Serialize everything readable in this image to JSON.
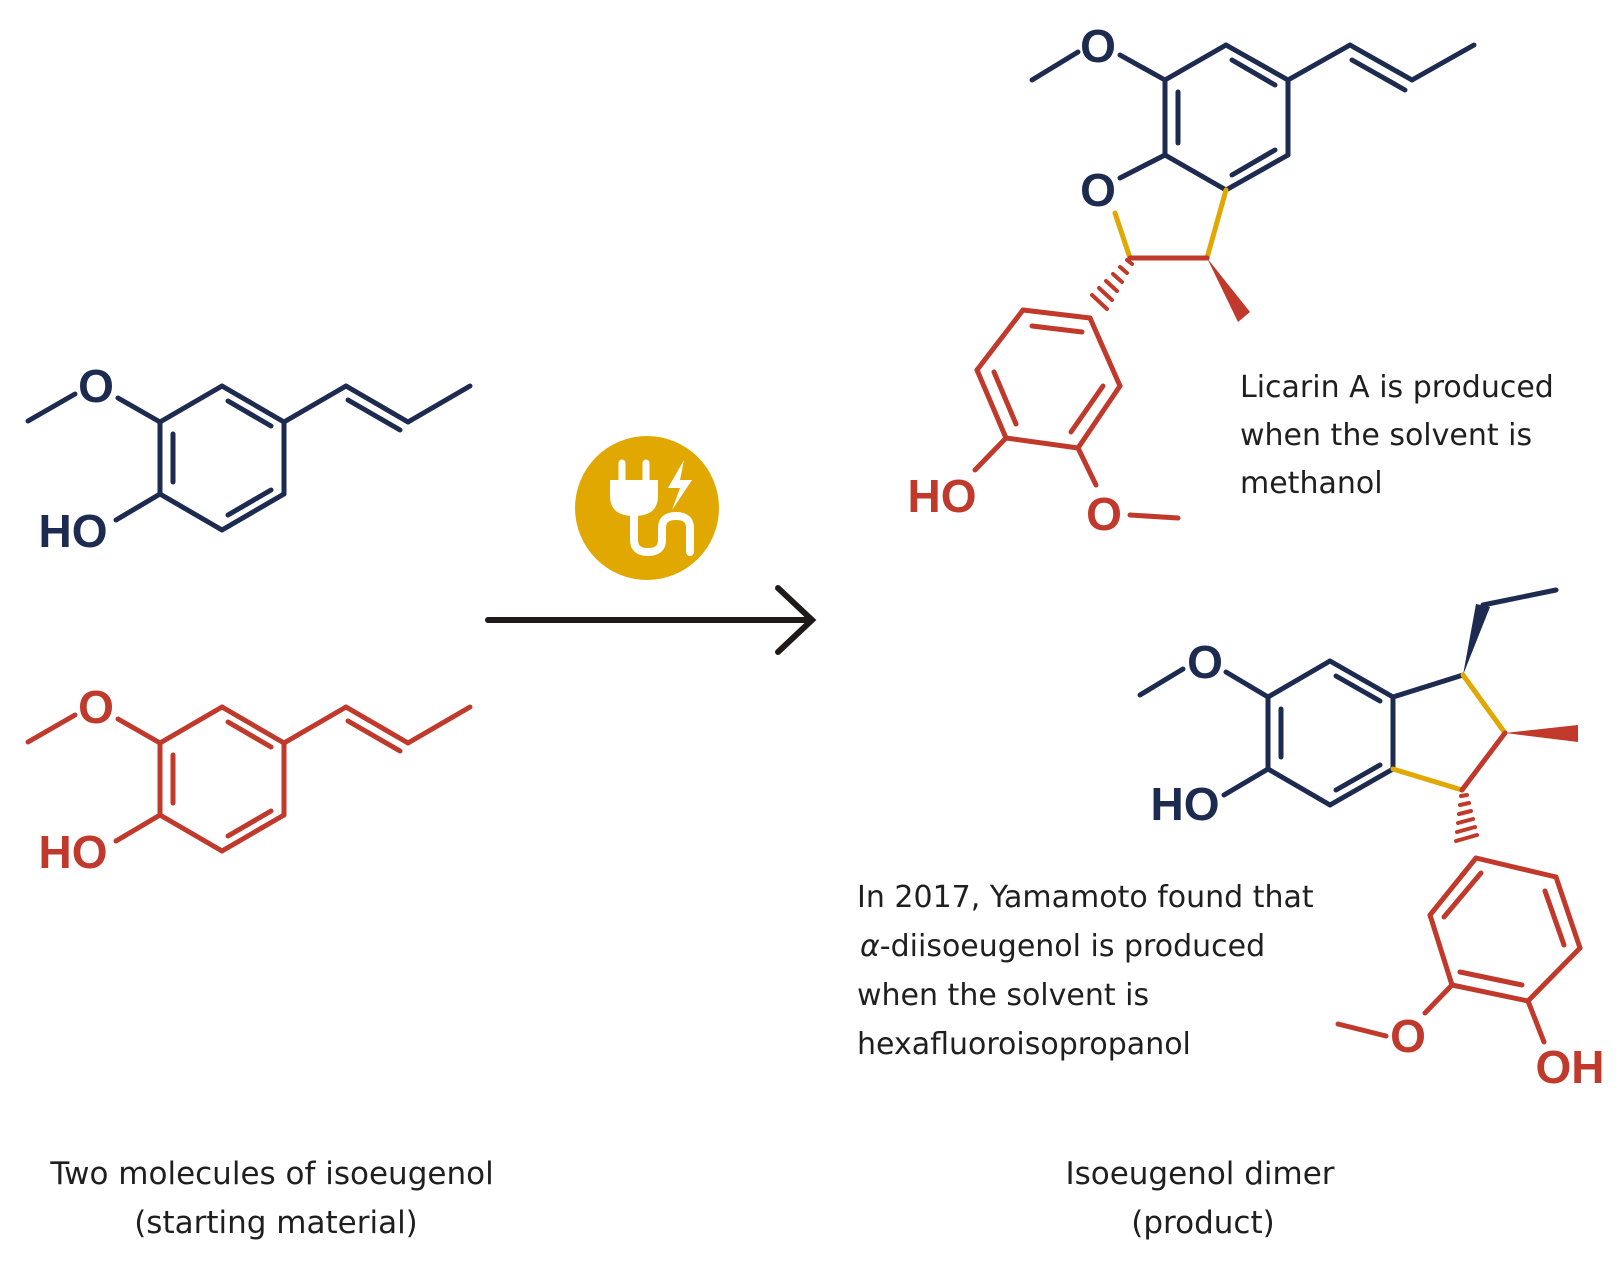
{
  "colors": {
    "navy": "#1c2b4f",
    "red": "#c0392b",
    "gold": "#e0a800",
    "arrow": "#1f1a17",
    "text": "#1f1f1f"
  },
  "atoms": {
    "oxygen": "O",
    "hydroxyl": "HO",
    "hydroxyl_right": "OH"
  },
  "reaction_icon": "electric-plug-icon",
  "notes": {
    "licarin": [
      "Licarin A is produced",
      "when the solvent is",
      "methanol"
    ],
    "diisoeugenol": {
      "line1": "In 2017, Yamamoto found that",
      "alpha": "α",
      "line2": "-diisoeugenol is produced",
      "line3": "when the solvent is",
      "line4": "hexafluoroisopropanol"
    }
  },
  "captions": {
    "left": [
      "Two molecules of isoeugenol",
      "(starting material)"
    ],
    "right": [
      "Isoeugenol dimer",
      "(product)"
    ]
  }
}
